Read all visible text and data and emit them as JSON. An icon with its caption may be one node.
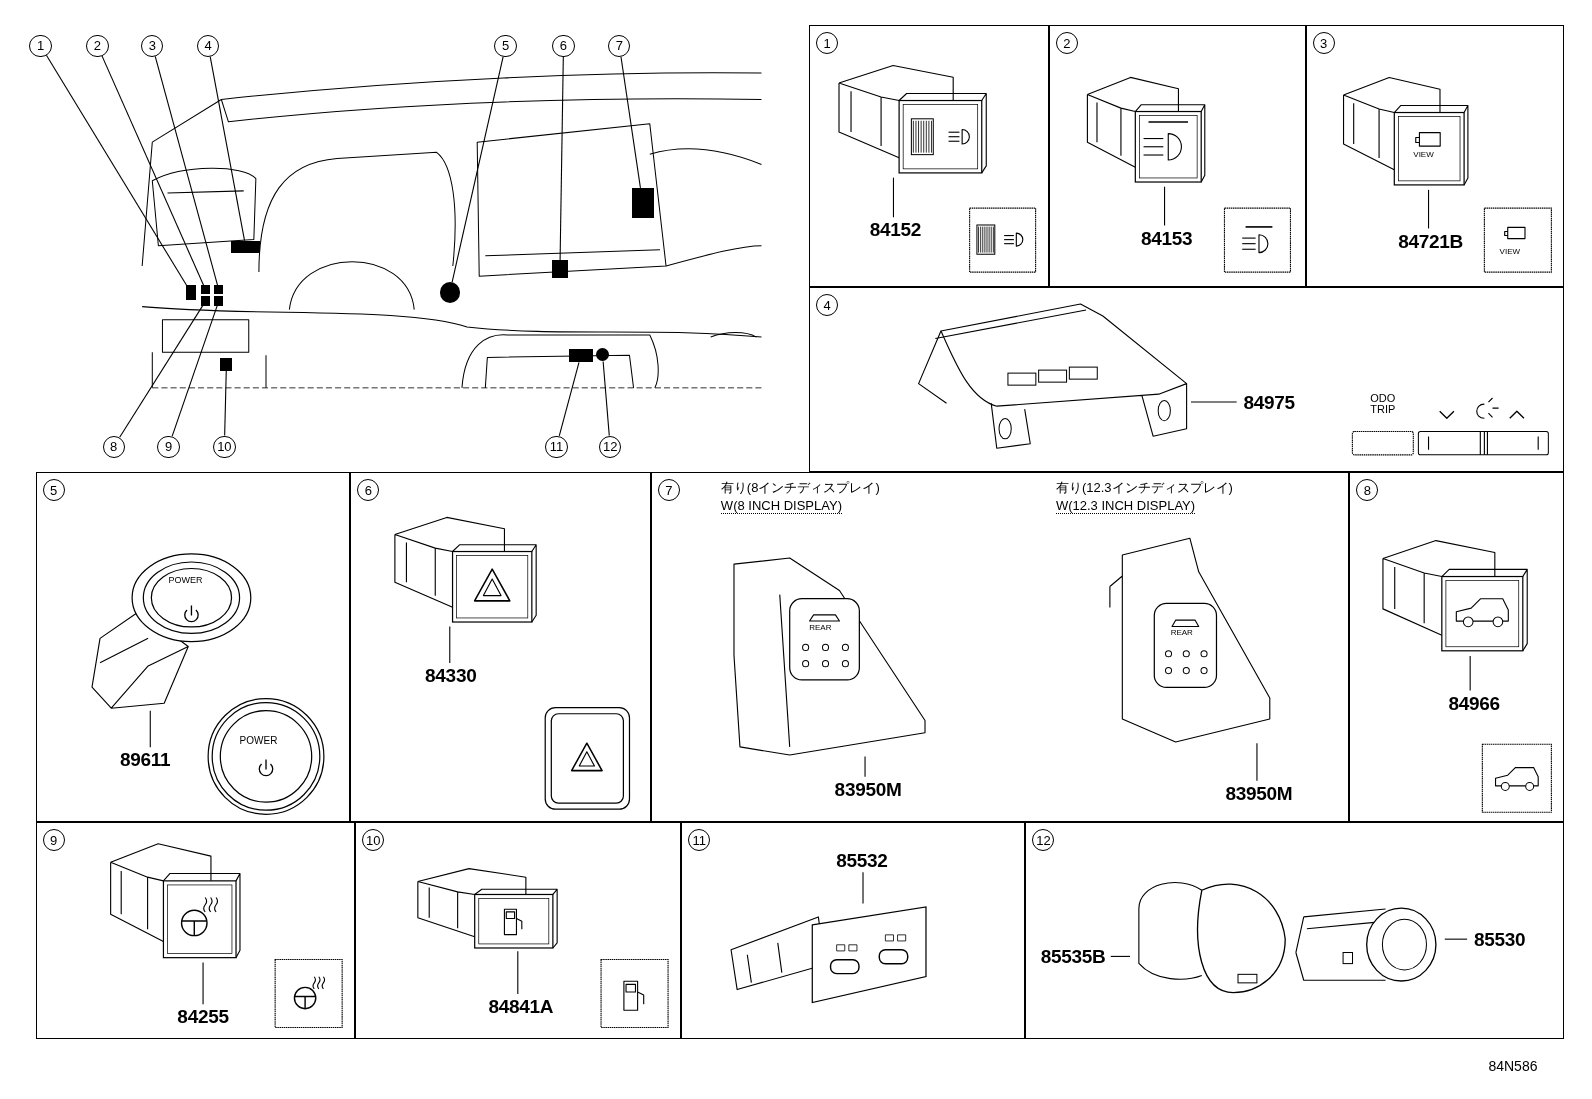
{
  "diagram": {
    "nodes": [
      {
        "text": [
          "1"
        ]
      },
      {
        "text": [
          "2"
        ]
      },
      {
        "text": [
          "3"
        ]
      },
      {
        "text": [
          "4"
        ]
      },
      {
        "text": [
          "5"
        ]
      },
      {
        "text": [
          "6"
        ]
      },
      {
        "text": [
          "7"
        ]
      },
      {
        "text": [
          "8"
        ]
      },
      {
        "text": [
          "9"
        ]
      },
      {
        "text": [
          "10"
        ]
      },
      {
        "text": [
          "11"
        ]
      },
      {
        "text": [
          "12"
        ]
      },
      {
        "text": [],
        "shape": "box"
      },
      {
        "text": [],
        "shape": "box"
      },
      {
        "text": [],
        "shape": "box"
      },
      {
        "text": [],
        "shape": "box"
      },
      {
        "text": [],
        "shape": "circle"
      },
      {
        "text": [],
        "shape": "box"
      },
      {
        "text": [],
        "shape": "box"
      },
      {
        "text": [],
        "shape": "box"
      },
      {
        "text": [],
        "shape": "box"
      },
      {
        "text": [],
        "shape": "box"
      },
      {
        "text": [],
        "shape": "box"
      },
      {
        "text": [],
        "shape": "circle"
      },
      {
        "text": [
          "1"
        ]
      },
      {
        "text": [
          "84152"
        ],
        "in": 24
      },
      {
        "text": [],
        "shape": "picture",
        "in": 24
      },
      {
        "text": [
          "2"
        ]
      },
      {
        "text": [
          "84153"
        ],
        "in": 27
      },
      {
        "text": [],
        "shape": "picture",
        "in": 27
      },
      {
        "text": [
          "3"
        ]
      },
      {
        "text": [
          "84721B"
        ],
        "in": 30
      },
      {
        "text": [],
        "shape": "picture",
        "in": 30
      },
      {
        "text": [
          "4"
        ]
      },
      {
        "text": [
          "84975"
        ],
        "in": 33
      },
      {
        "text": [],
        "shape": "picture",
        "in": 33
      },
      {
        "text": [
          "5"
        ]
      },
      {
        "text": [
          "89611"
        ],
        "in": 36
      },
      {
        "text": [],
        "shape": "picture",
        "in": 36
      },
      {
        "text": [
          "6"
        ]
      },
      {
        "text": [
          "84330"
        ],
        "in": 39
      },
      {
        "text": [],
        "shape": "picture",
        "in": 39
      },
      {
        "text": [
          "7"
        ]
      },
      {
        "text": [
          "83950M"
        ],
        "in": 42
      },
      {
        "text": [],
        "shape": "picture",
        "in": 42
      },
      {
        "text": [
          "83950M"
        ],
        "in": 42
      },
      {
        "text": [],
        "shape": "picture",
        "in": 42
      },
      {
        "text": [
          "8"
        ]
      },
      {
        "text": [
          "84966"
        ],
        "in": 47
      },
      {
        "text": [],
        "shape": "picture",
        "in": 47
      },
      {
        "text": [
          "9"
        ]
      },
      {
        "text": [
          "84255"
        ],
        "in": 50
      },
      {
        "text": [],
        "shape": "picture",
        "in": 50
      },
      {
        "text": [
          "10"
        ]
      },
      {
        "text": [
          "84841A"
        ],
        "in": 53
      },
      {
        "text": [],
        "shape": "picture",
        "in": 53
      },
      {
        "text": [
          "11"
        ]
      },
      {
        "text": [
          "85532"
        ],
        "in": 56
      },
      {
        "text": [],
        "shape": "picture",
        "in": 56
      },
      {
        "text": [
          "12"
        ]
      },
      {
        "text": [
          "85535B"
        ],
        "in": 59
      },
      {
        "text": [],
        "shape": "picture",
        "in": 59
      },
      {
        "text": [
          "85530"
        ],
        "in": 59
      },
      {
        "text": [],
        "shape": "picture",
        "in": 59
      }
    ],
    "edges": [
      {
        "from": 0,
        "to": 12,
        "arrow": "none"
      },
      {
        "from": 1,
        "to": 13,
        "arrow": "none"
      },
      {
        "from": 2,
        "to": 14,
        "arrow": "none"
      },
      {
        "from": 3,
        "to": 15,
        "arrow": "none"
      },
      {
        "from": 4,
        "to": 16,
        "arrow": "none"
      },
      {
        "from": 5,
        "to": 17,
        "arrow": "none"
      },
      {
        "from": 6,
        "to": 18,
        "arrow": "none"
      },
      {
        "from": 7,
        "to": 19,
        "arrow": "none"
      },
      {
        "from": 8,
        "to": 20,
        "arrow": "none"
      },
      {
        "from": 9,
        "to": 21,
        "arrow": "none"
      },
      {
        "from": 10,
        "to": 22,
        "arrow": "none"
      },
      {
        "from": 11,
        "to": 23,
        "arrow": "none"
      },
      {
        "from": 25,
        "to": 26,
        "arrow": "none"
      },
      {
        "from": 28,
        "to": 29,
        "arrow": "none"
      },
      {
        "from": 31,
        "to": 32,
        "arrow": "none"
      },
      {
        "from": 34,
        "to": 35,
        "arrow": "none"
      },
      {
        "from": 37,
        "to": 38,
        "arrow": "none"
      },
      {
        "from": 40,
        "to": 41,
        "arrow": "none"
      },
      {
        "from": 43,
        "to": 44,
        "arrow": "none"
      },
      {
        "from": 45,
        "to": 46,
        "arrow": "none"
      },
      {
        "from": 48,
        "to": 49,
        "arrow": "none"
      },
      {
        "from": 51,
        "to": 52,
        "arrow": "none"
      },
      {
        "from": 54,
        "to": 55,
        "arrow": "none"
      },
      {
        "from": 57,
        "to": 58,
        "arrow": "none"
      },
      {
        "from": 60,
        "to": 61,
        "arrow": "none"
      },
      {
        "from": 62,
        "to": 63,
        "arrow": "none"
      }
    ],
    "labels": [
      "VIEW",
      "VIEW",
      "ODO TRIP",
      "POWER",
      "有り(8インチディスプレイ)",
      "W(8 INCH DISPLAY)",
      "有り(12.3インチディスプレイ)",
      "W(12.3 INCH DISPLAY)",
      "REAR",
      "REAR",
      "POWER",
      "84N586"
    ]
  }
}
